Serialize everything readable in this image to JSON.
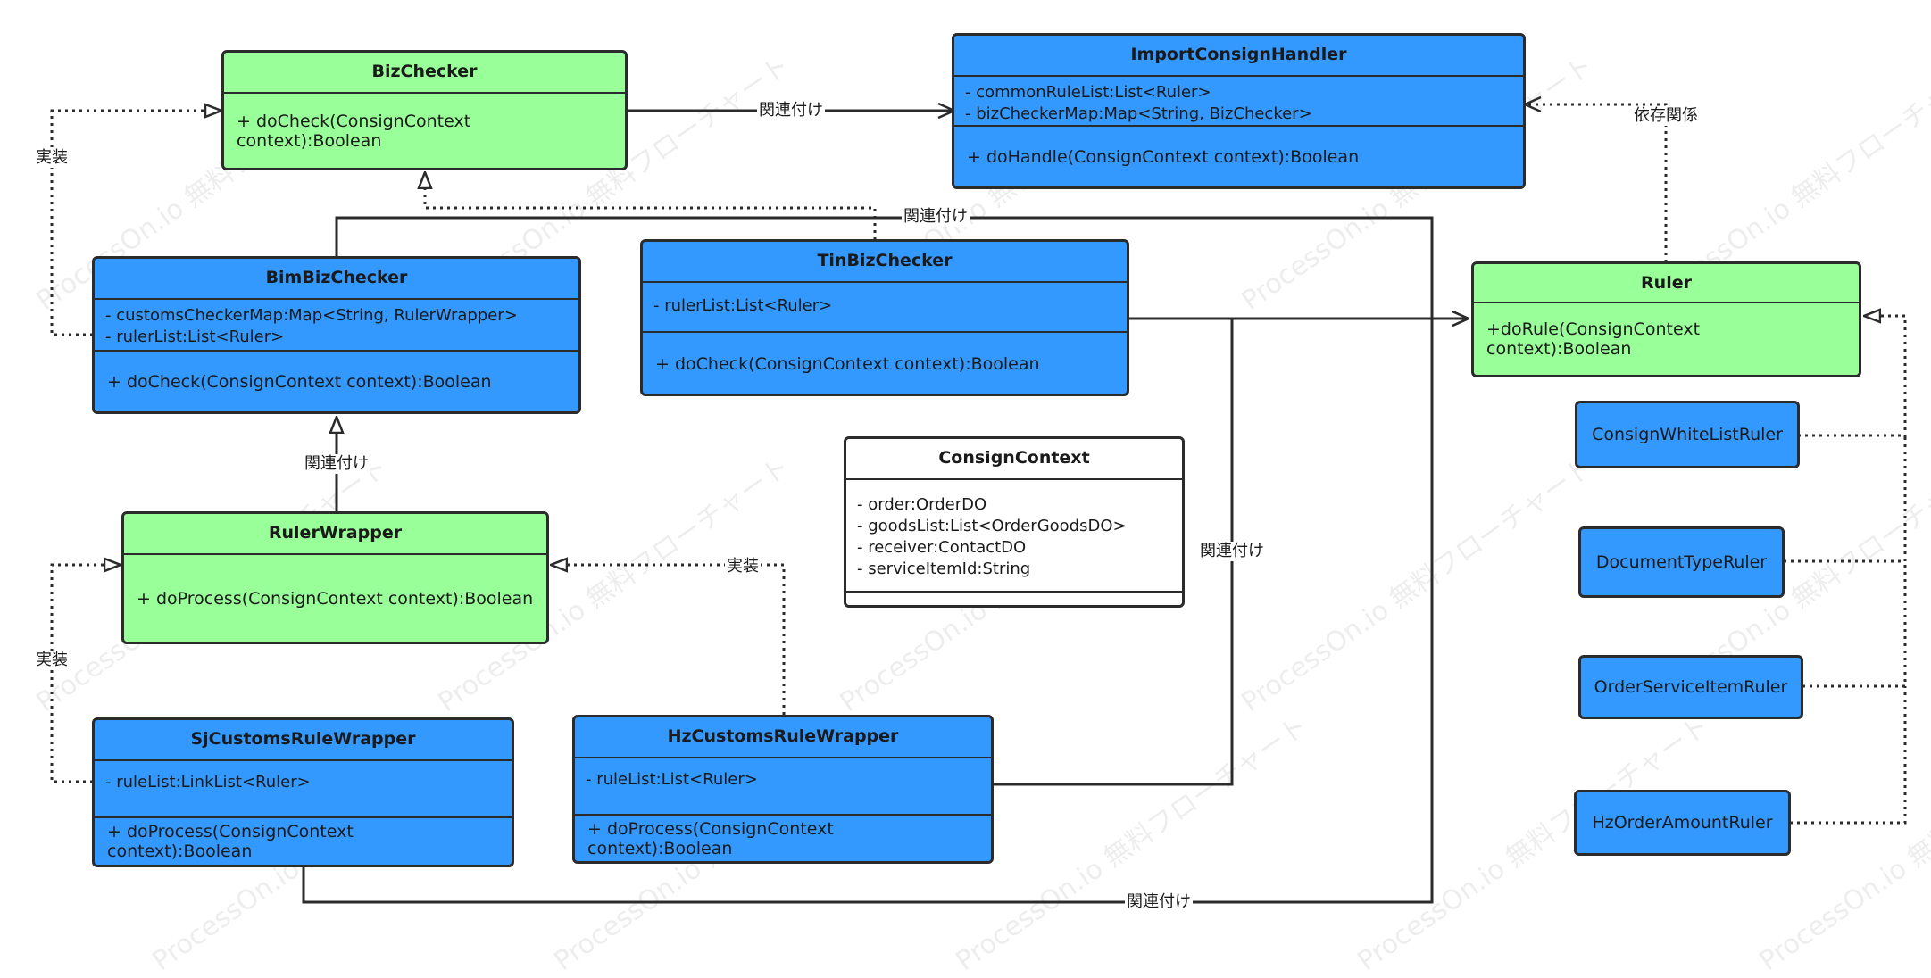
{
  "watermark": "ProcessOn.io 無料フローチャート",
  "classes": {
    "bizchecker": {
      "name": "BizChecker",
      "attributes": [],
      "operations": [
        "+ doCheck(ConsignContext context):Boolean"
      ]
    },
    "importconsignhandler": {
      "name": "ImportConsignHandler",
      "attributes": [
        "- commonRuleList:List<Ruler>",
        "- bizCheckerMap:Map<String, BizChecker>"
      ],
      "operations": [
        "+ doHandle(ConsignContext context):Boolean"
      ]
    },
    "bimbizchecker": {
      "name": "BimBizChecker",
      "attributes": [
        "- customsCheckerMap:Map<String, RulerWrapper>",
        "- rulerList:List<Ruler>"
      ],
      "operations": [
        "+  doCheck(ConsignContext context):Boolean"
      ]
    },
    "tinbizchecker": {
      "name": "TinBizChecker",
      "attributes": [
        "- rulerList:List<Ruler>"
      ],
      "operations": [
        "+  doCheck(ConsignContext context):Boolean"
      ]
    },
    "ruler": {
      "name": "Ruler",
      "attributes": [],
      "operations": [
        "+doRule(ConsignContext context):Boolean"
      ]
    },
    "consigncontext": {
      "name": "ConsignContext",
      "attributes": [
        "- order:OrderDO",
        "- goodsList:List<OrderGoodsDO>",
        "- receiver:ContactDO",
        "- serviceItemId:String"
      ],
      "operations": []
    },
    "rulerwrapper": {
      "name": "RulerWrapper",
      "attributes": [],
      "operations": [
        "+ doProcess(ConsignContext context):Boolean"
      ]
    },
    "sjcustomsrulewrapper": {
      "name": "SjCustomsRuleWrapper",
      "attributes": [
        "- ruleList:LinkList<Ruler>"
      ],
      "operations": [
        "+ doProcess(ConsignContext context):Boolean"
      ]
    },
    "hzcustomsrulewrapper": {
      "name": "HzCustomsRuleWrapper",
      "attributes": [
        "- ruleList:List<Ruler>"
      ],
      "operations": [
        "+ doProcess(ConsignContext context):Boolean"
      ]
    }
  },
  "rulers": [
    "ConsignWhiteListRuler",
    "DocumentTypeRuler",
    "OrderServiceItemRuler",
    "HzOrderAmountRuler"
  ],
  "labels": {
    "association": "関連付け",
    "implementation": "実装",
    "dependency": "依存関係"
  }
}
